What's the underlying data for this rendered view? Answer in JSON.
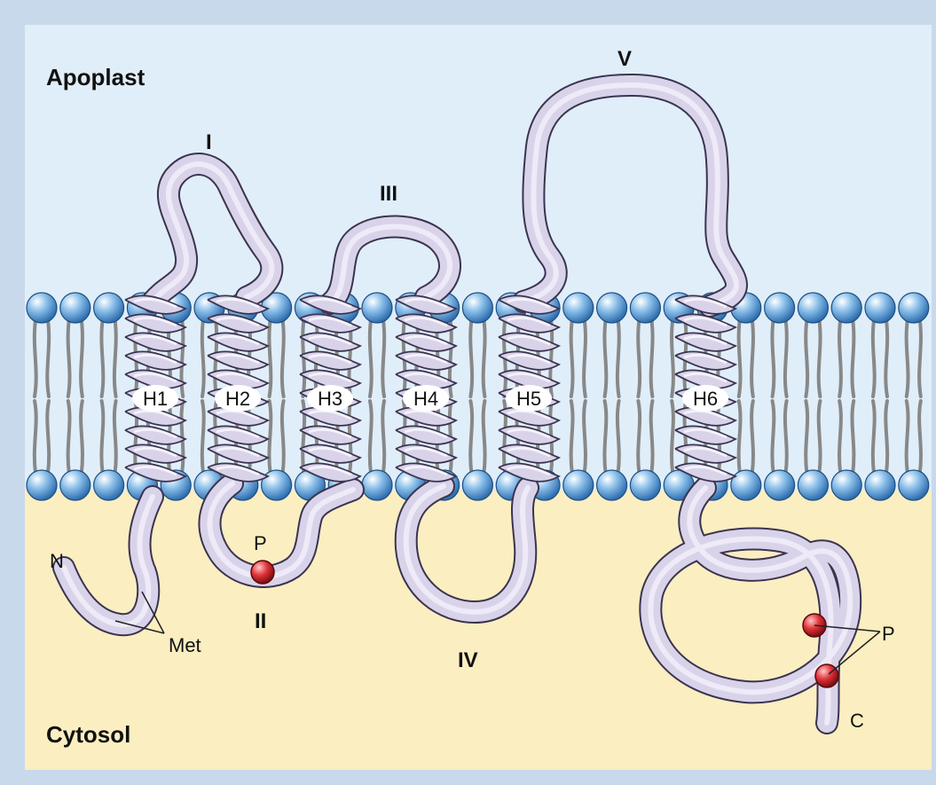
{
  "regions": {
    "top": "Apoplast",
    "bottom": "Cytosol"
  },
  "loops": [
    "I",
    "II",
    "III",
    "IV",
    "V"
  ],
  "helices": [
    "H1",
    "H2",
    "H3",
    "H4",
    "H5",
    "H6"
  ],
  "termini": {
    "n": "N",
    "c": "C"
  },
  "annotations": {
    "met": "Met",
    "phospho_single": "P",
    "phospho_pair": "P"
  },
  "colors": {
    "apoplast": "#e0eef9",
    "cytosol": "#fbeec1",
    "protein_fill": "#d9d3ea",
    "protein_edge": "#3b3450",
    "lipid_head": "#7fb6e3",
    "phosphate": "#d9252c"
  }
}
